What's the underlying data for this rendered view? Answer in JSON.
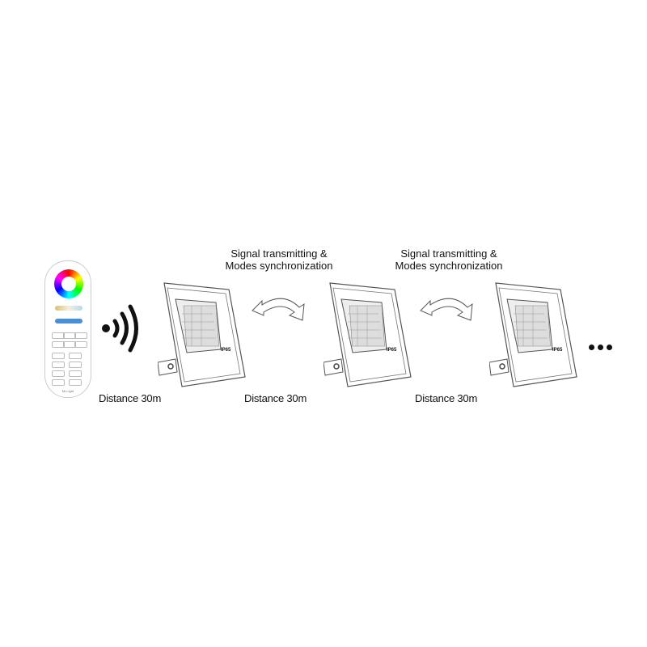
{
  "remote": {
    "brand": "Mi-Light"
  },
  "captions": [
    {
      "line1": "Signal transmitting &",
      "line2": "Modes synchronization"
    },
    {
      "line1": "Signal transmitting &",
      "line2": "Modes synchronization"
    }
  ],
  "distances": [
    "Distance 30m",
    "Distance 30m",
    "Distance 30m"
  ],
  "floodlights": [
    {
      "rating": "IP65"
    },
    {
      "rating": "IP65"
    },
    {
      "rating": "IP65"
    }
  ]
}
